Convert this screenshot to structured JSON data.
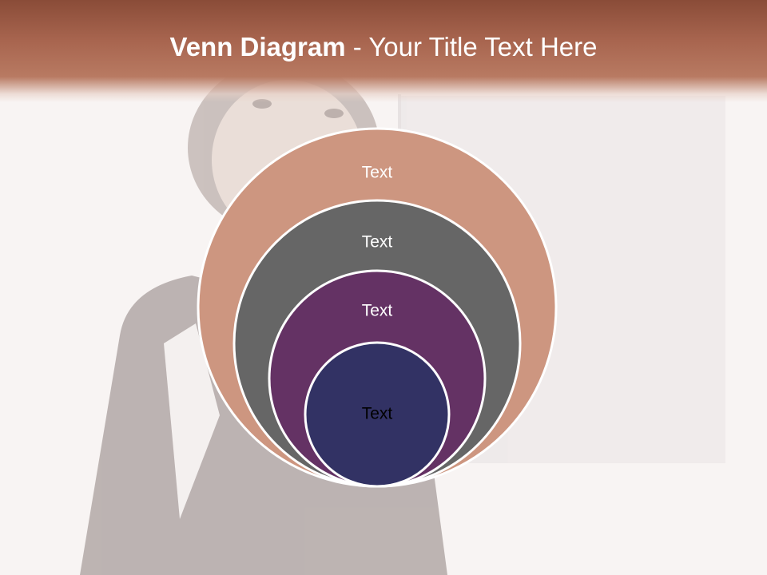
{
  "title": {
    "bold": "Venn Diagram",
    "rest": " - Your Title Text Here"
  },
  "colors": {
    "header": "#9c5b45",
    "ring1": "#cd9680",
    "ring2": "#666666",
    "ring3": "#643264",
    "ring4": "#323264",
    "background": "#f8f4f3"
  },
  "diagram": {
    "rings": [
      {
        "label": "Text",
        "color": "#cd9680",
        "text_color": "#ffffff"
      },
      {
        "label": "Text",
        "color": "#666666",
        "text_color": "#ffffff"
      },
      {
        "label": "Text",
        "color": "#643264",
        "text_color": "#ffffff"
      },
      {
        "label": "Text",
        "color": "#323264",
        "text_color": "#000000"
      }
    ]
  }
}
